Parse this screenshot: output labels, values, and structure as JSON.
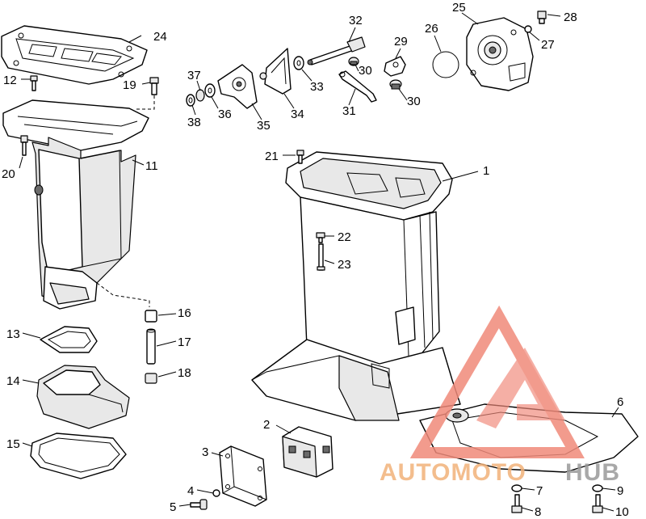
{
  "diagram": {
    "part_labels": {
      "p1": "1",
      "p2": "2",
      "p3": "3",
      "p4": "4",
      "p5": "5",
      "p6": "6",
      "p7": "7",
      "p8": "8",
      "p9": "9",
      "p10": "10",
      "p11": "11",
      "p12": "12",
      "p13": "13",
      "p14": "14",
      "p15": "15",
      "p16": "16",
      "p17": "17",
      "p18": "18",
      "p19": "19",
      "p20": "20",
      "p21": "21",
      "p22": "22",
      "p23": "23",
      "p24": "24",
      "p25": "25",
      "p26": "26",
      "p27": "27",
      "p28": "28",
      "p29": "29",
      "p30a": "30",
      "p30b": "30",
      "p31": "31",
      "p32": "32",
      "p33": "33",
      "p34": "34",
      "p35": "35",
      "p36": "36",
      "p37": "37",
      "p38": "38"
    }
  },
  "watermark": {
    "text_auto": "AUTOMOTO",
    "text_hub": "HUB",
    "color_main": "#f08a7a",
    "color_orange": "#f2b27a",
    "color_gray": "#9a9a9a"
  }
}
